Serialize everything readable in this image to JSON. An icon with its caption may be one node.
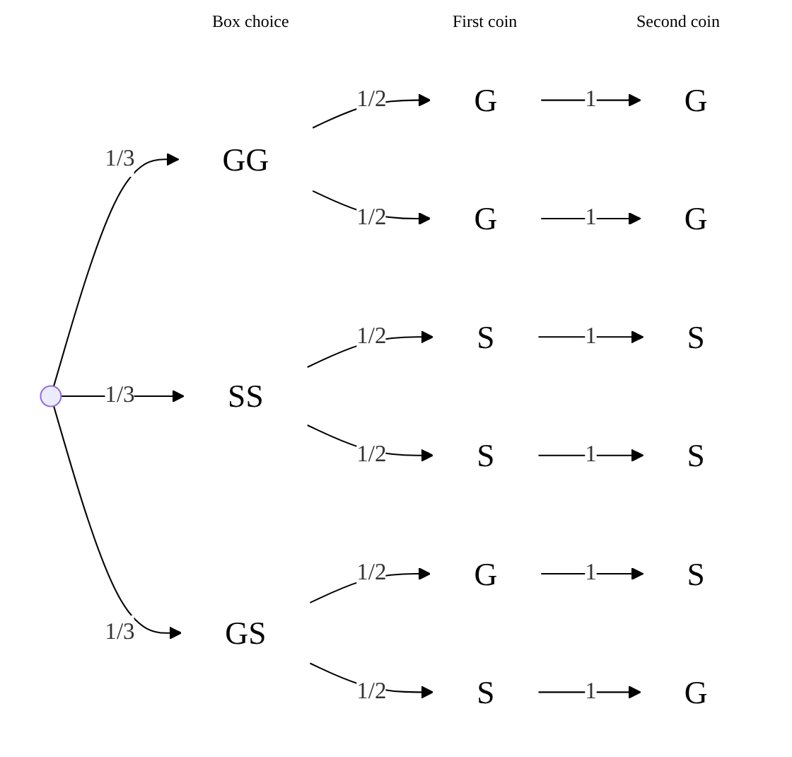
{
  "diagram": {
    "nodes": [
      {
        "text": [],
        "shape": "point"
      },
      {
        "text": [
          "GG"
        ]
      },
      {
        "text": [
          "SS"
        ]
      },
      {
        "text": [
          "GS"
        ]
      },
      {
        "text": [
          "G"
        ]
      },
      {
        "text": [
          "G"
        ]
      },
      {
        "text": [
          "S"
        ]
      },
      {
        "text": [
          "S"
        ]
      },
      {
        "text": [
          "G"
        ]
      },
      {
        "text": [
          "S"
        ]
      },
      {
        "text": [
          "G"
        ]
      },
      {
        "text": [
          "G"
        ]
      },
      {
        "text": [
          "S"
        ]
      },
      {
        "text": [
          "S"
        ]
      },
      {
        "text": [
          "S"
        ]
      },
      {
        "text": [
          "G"
        ]
      }
    ],
    "edges": [
      {
        "from": 0,
        "to": 1,
        "arrow": "to",
        "label": "1/3"
      },
      {
        "from": 0,
        "to": 2,
        "arrow": "to",
        "label": "1/3"
      },
      {
        "from": 0,
        "to": 3,
        "arrow": "to",
        "label": "1/3"
      },
      {
        "from": 1,
        "to": 4,
        "arrow": "to",
        "label": "1/2"
      },
      {
        "from": 1,
        "to": 5,
        "arrow": "to",
        "label": "1/2"
      },
      {
        "from": 2,
        "to": 6,
        "arrow": "to",
        "label": "1/2"
      },
      {
        "from": 2,
        "to": 7,
        "arrow": "to",
        "label": "1/2"
      },
      {
        "from": 3,
        "to": 8,
        "arrow": "to",
        "label": "1/2"
      },
      {
        "from": 3,
        "to": 9,
        "arrow": "to",
        "label": "1/2"
      },
      {
        "from": 4,
        "to": 10,
        "arrow": "to",
        "label": "1"
      },
      {
        "from": 5,
        "to": 11,
        "arrow": "to",
        "label": "1"
      },
      {
        "from": 6,
        "to": 12,
        "arrow": "to",
        "label": "1"
      },
      {
        "from": 7,
        "to": 13,
        "arrow": "to",
        "label": "1"
      },
      {
        "from": 8,
        "to": 14,
        "arrow": "to",
        "label": "1"
      },
      {
        "from": 9,
        "to": 15,
        "arrow": "to",
        "label": "1"
      }
    ],
    "labels": [
      "Box choice",
      "First coin",
      "Second coin"
    ]
  }
}
